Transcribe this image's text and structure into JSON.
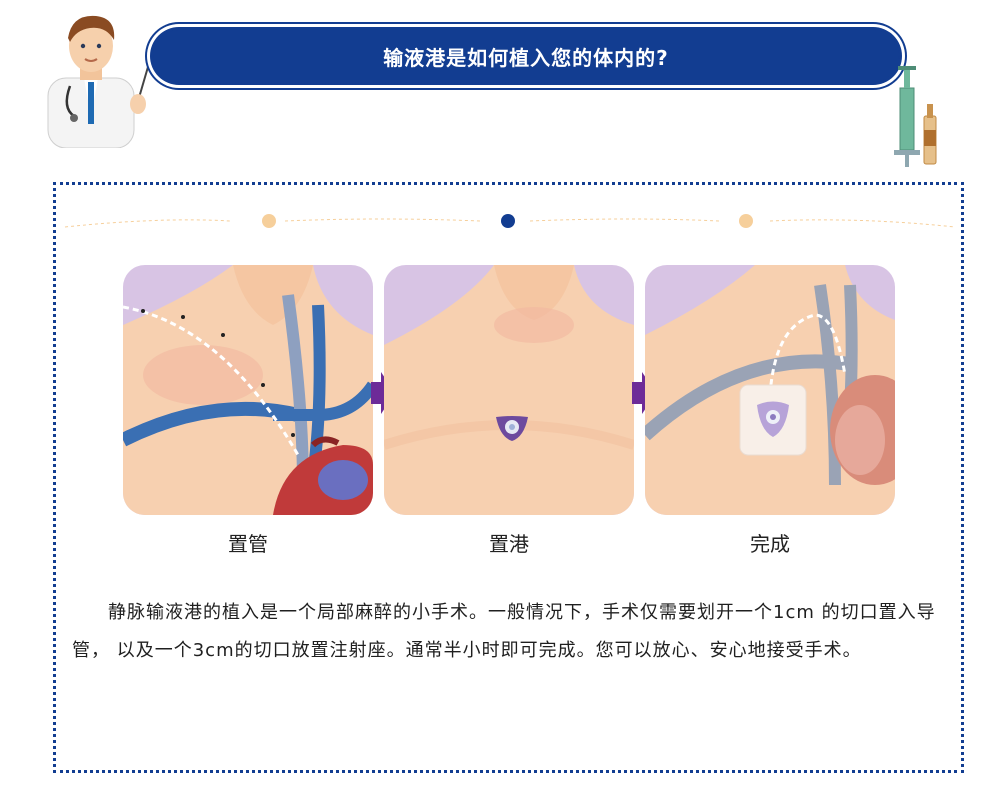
{
  "header": {
    "title": "输液港是如何植入您的体内的?"
  },
  "steps": [
    {
      "label": "置管",
      "icon": "catheter-placement-illustration"
    },
    {
      "label": "置港",
      "icon": "port-placement-illustration"
    },
    {
      "label": "完成",
      "icon": "completed-implant-illustration"
    }
  ],
  "progress": {
    "active_index": 1,
    "count": 3
  },
  "body": {
    "paragraph": "静脉输液港的植入是一个局部麻醉的小手术。一般情况下，手术仅需要划开一个1cm 的切口置入导管， 以及一个3cm的切口放置注射座。通常半小时即可完成。您可以放心、安心地接受手术。"
  },
  "colors": {
    "primary": "#123d91",
    "skin": "#f7d0b0",
    "lilac": "#d8c4e4",
    "vein": "#3a6fb3",
    "arrow": "#6d2b98",
    "dot_inactive": "#f6cf9b"
  },
  "icons": [
    "doctor-icon",
    "syringe-icon",
    "vial-icon"
  ]
}
